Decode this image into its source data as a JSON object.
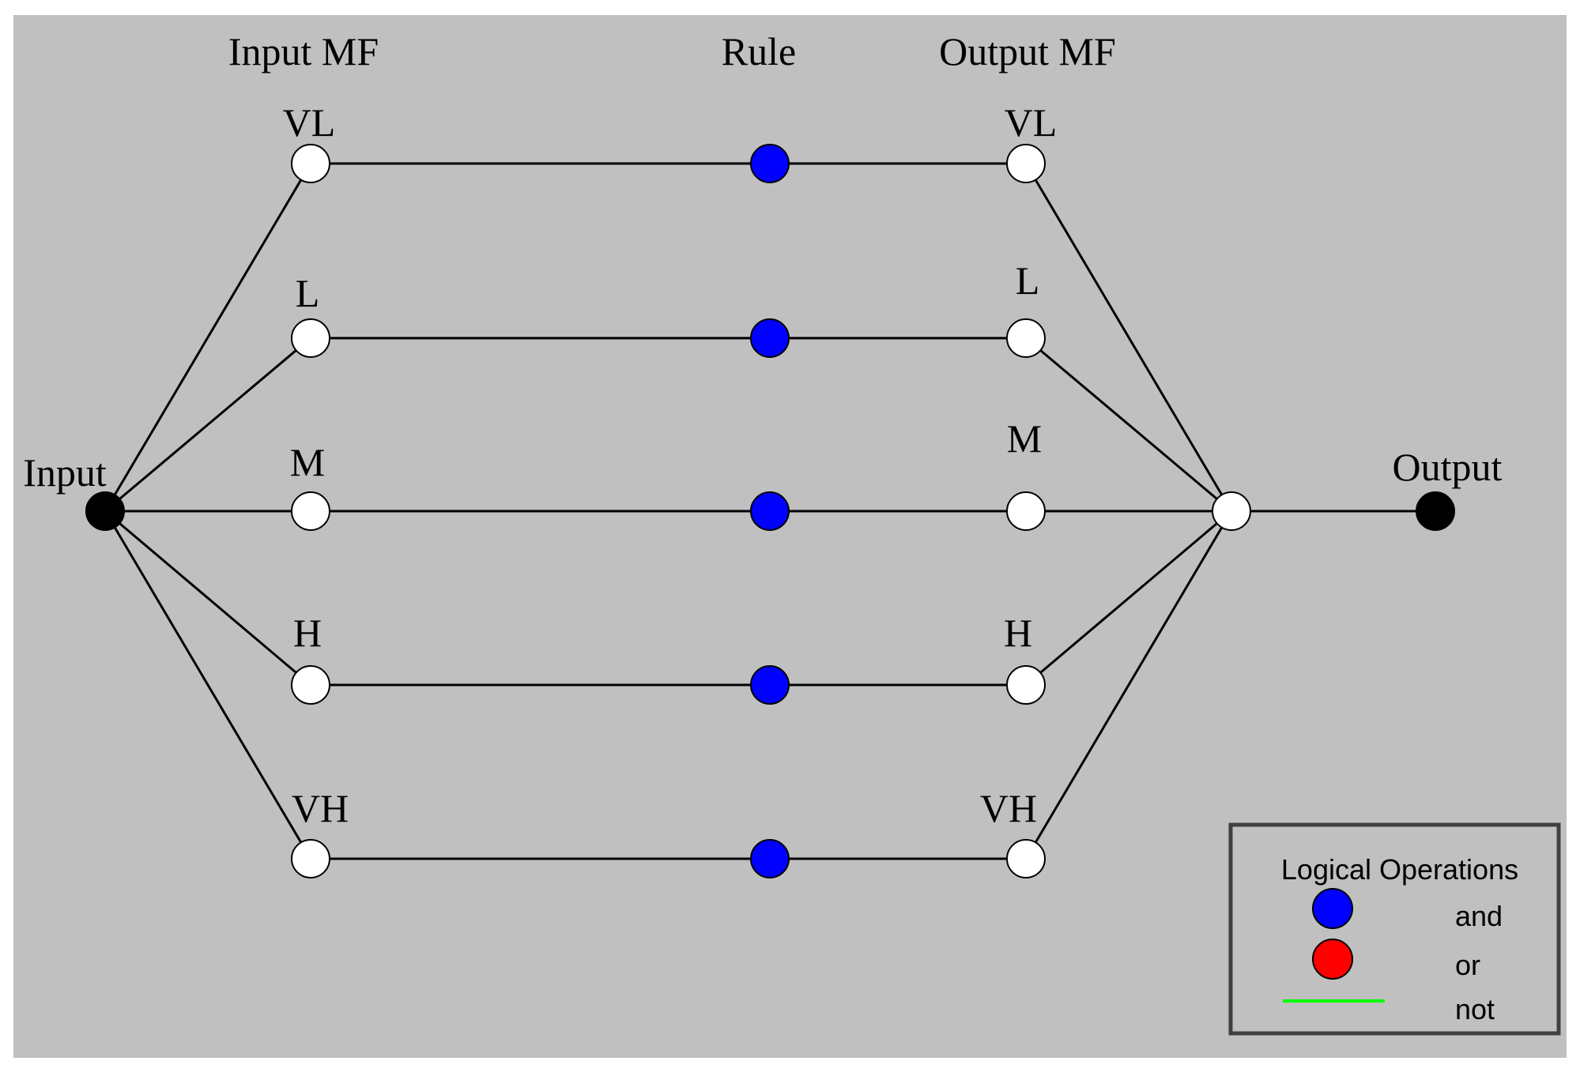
{
  "headers": {
    "input_mf": "Input MF",
    "rule": "Rule",
    "output_mf": "Output MF"
  },
  "terminals": {
    "input": "Input",
    "output": "Output"
  },
  "input_mfs": [
    "VL",
    "L",
    "M",
    "H",
    "VH"
  ],
  "output_mfs": [
    "VL",
    "L",
    "M",
    "H",
    "VH"
  ],
  "rule_operations": [
    "and",
    "and",
    "and",
    "and",
    "and"
  ],
  "legend": {
    "title": "Logical Operations",
    "items": [
      {
        "label": "and",
        "color": "#0000ff",
        "symbol": "circle"
      },
      {
        "label": "or",
        "color": "#ff0000",
        "symbol": "circle"
      },
      {
        "label": "not",
        "color": "#00ff00",
        "symbol": "line"
      }
    ]
  },
  "colors": {
    "background": "#c0c0c0",
    "edge": "#000000",
    "mf_node": "#ffffff",
    "terminal_node": "#000000",
    "rule_node": "#0000ff",
    "legend_border": "#404040"
  }
}
